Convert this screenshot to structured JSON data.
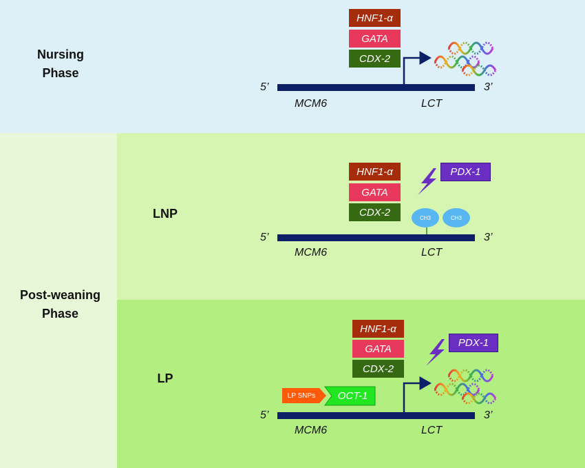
{
  "colors": {
    "nursing_bg": "#ddf0f8",
    "postweaning_left_bg": "#e8f7d8",
    "lnp_bg": "#d6f5b0",
    "lp_bg": "#b3ee80",
    "dna": "#0d1f66",
    "hnf": "#a62d0c",
    "gata": "#e8395c",
    "cdx": "#356a12",
    "pdx": "#6a2ec2",
    "ch3": "#58b6f0",
    "lp_snps": "#ff5a0a",
    "oct": "#22e622"
  },
  "phases": {
    "nursing": "Nursing Phase",
    "postweaning": "Post-weaning Phase",
    "lnp": "LNP",
    "lp": "LP"
  },
  "factors": {
    "hnf": "HNF1-α",
    "gata": "GATA",
    "cdx": "CDX-2",
    "pdx": "PDX-1",
    "oct": "OCT-1",
    "lp_snps": "LP SNPs",
    "ch3": "CH3"
  },
  "genes": {
    "mcm6": "MCM6",
    "lct": "LCT",
    "five_prime": "5’",
    "three_prime": "3’"
  },
  "icons": [
    "lightning-icon",
    "mrna-icon",
    "transcription-arrow-icon"
  ]
}
